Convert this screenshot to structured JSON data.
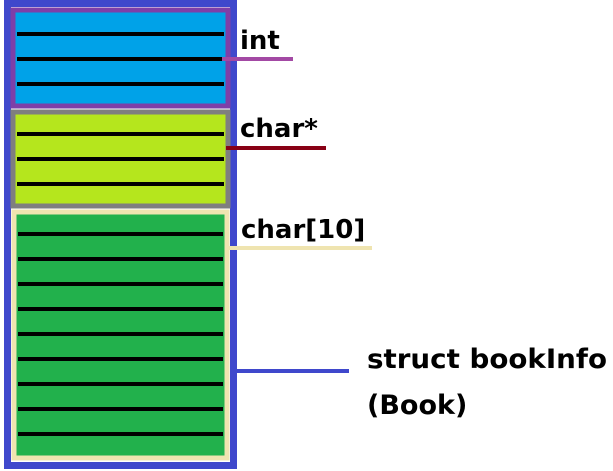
{
  "diagram": {
    "labels": {
      "int": "int",
      "char_ptr": "char*",
      "char_array": "char[10]",
      "struct_line1": "struct bookInfo",
      "struct_line2": "(Book)"
    },
    "colors": {
      "struct_border": "#3f48cc",
      "int_border": "#7e3fa8",
      "int_fill": "#00a2e8",
      "char_ptr_border": "#7f7f7f",
      "char_ptr_fill": "#b5e61d",
      "char_array_border": "#efe4b0",
      "char_array_fill": "#22b14c",
      "int_leader": "#a349a4",
      "char_ptr_leader": "#880015",
      "char_array_leader": "#efe4b0",
      "struct_leader": "#3f48cc",
      "byte_line": "#000000"
    },
    "blocks": {
      "int_bytes": 4,
      "char_ptr_bytes": 4,
      "char_array_bytes": 10
    }
  }
}
